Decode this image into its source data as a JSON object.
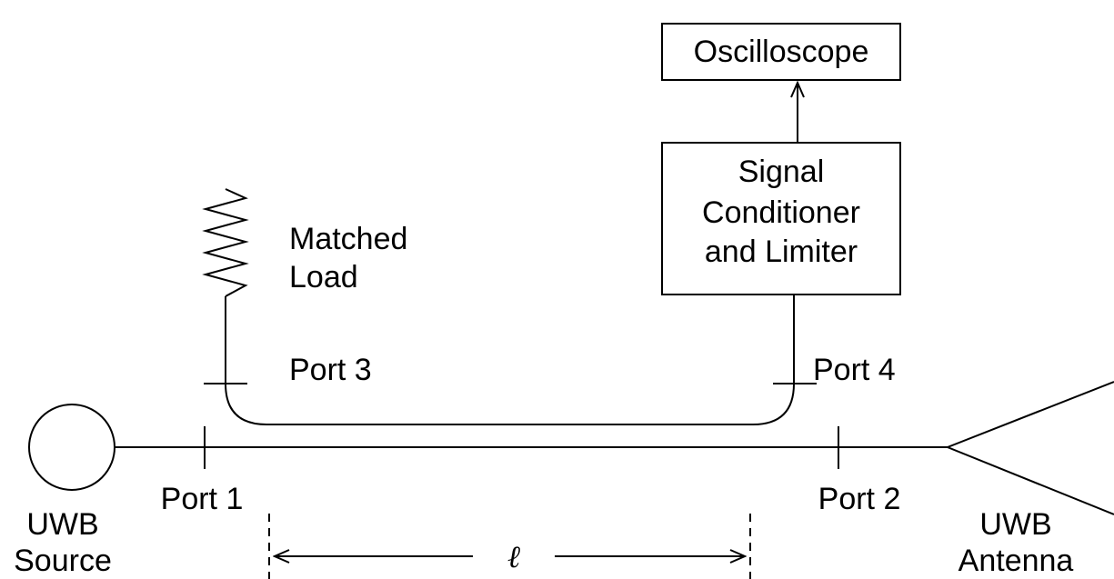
{
  "labels": {
    "oscilloscope": "Oscilloscope",
    "signal_conditioner_line1": "Signal",
    "signal_conditioner_line2": "Conditioner",
    "signal_conditioner_line3": "and Limiter",
    "matched_load_line1": "Matched",
    "matched_load_line2": "Load",
    "port1": "Port 1",
    "port2": "Port 2",
    "port3": "Port 3",
    "port4": "Port 4",
    "uwb_source_line1": "UWB",
    "uwb_source_line2": "Source",
    "uwb_antenna_line1": "UWB",
    "uwb_antenna_line2": "Antenna",
    "length_symbol": "ℓ"
  }
}
